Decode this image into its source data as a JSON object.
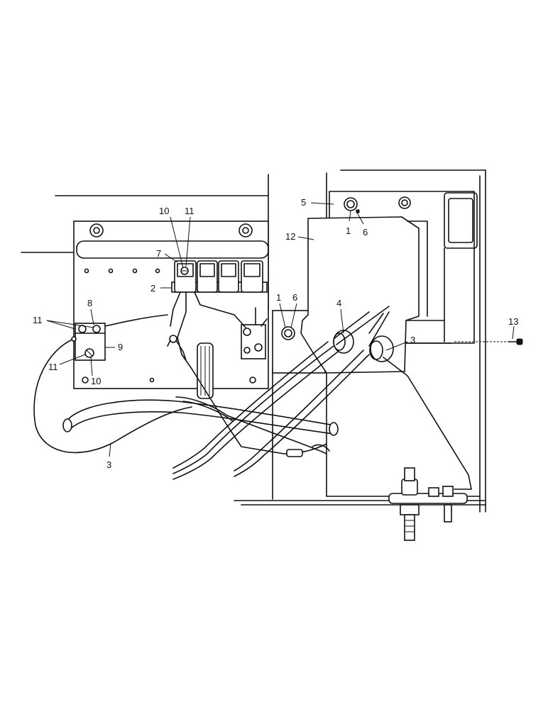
{
  "callouts": [
    {
      "id": "c5",
      "text": "5"
    },
    {
      "id": "c1a",
      "text": "1"
    },
    {
      "id": "c6a",
      "text": "6"
    },
    {
      "id": "c12",
      "text": "12"
    },
    {
      "id": "c10a",
      "text": "10"
    },
    {
      "id": "c11a",
      "text": "11"
    },
    {
      "id": "c7",
      "text": "7"
    },
    {
      "id": "c2",
      "text": "2"
    },
    {
      "id": "c1b",
      "text": "1"
    },
    {
      "id": "c6b",
      "text": "6"
    },
    {
      "id": "c4",
      "text": "4"
    },
    {
      "id": "c3a",
      "text": "3"
    },
    {
      "id": "c13",
      "text": "13"
    },
    {
      "id": "c8",
      "text": "8"
    },
    {
      "id": "c11b",
      "text": "11"
    },
    {
      "id": "c9",
      "text": "9"
    },
    {
      "id": "c11c",
      "text": "11"
    },
    {
      "id": "c10b",
      "text": "10"
    },
    {
      "id": "c3b",
      "text": "3"
    }
  ]
}
